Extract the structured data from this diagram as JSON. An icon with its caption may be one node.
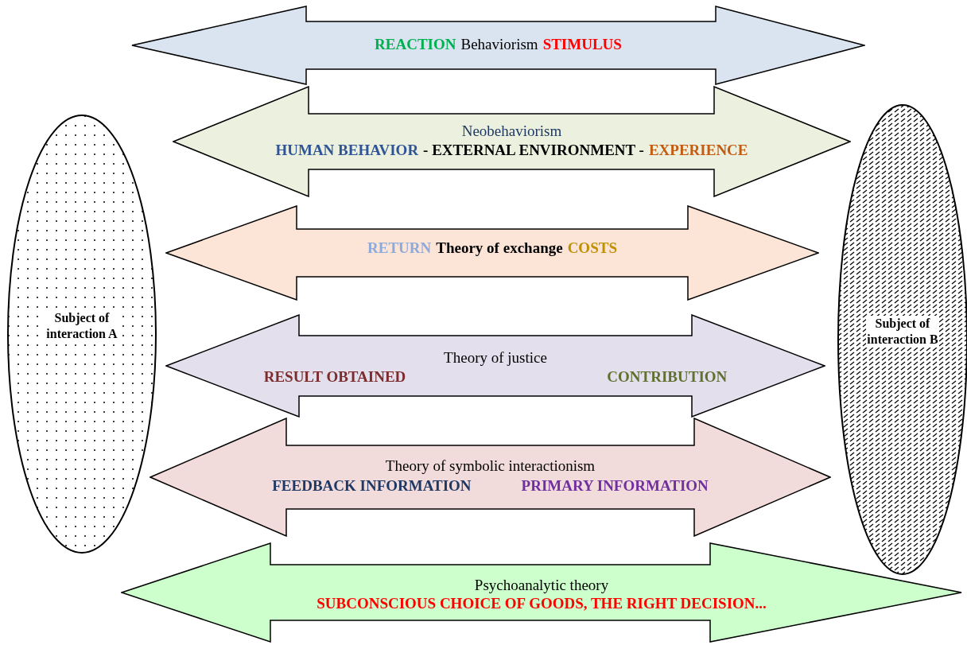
{
  "diagram": {
    "nodes": [
      {
        "text": [
          "Subject of interaction A"
        ]
      },
      {
        "text": [
          "REACTION",
          "Behaviorism",
          "STIMULUS"
        ]
      },
      {
        "text": [
          "Neobehaviorism",
          "HUMAN BEHAVIOR",
          "- EXTERNAL ENVIRONMENT -",
          "EXPERIENCE"
        ]
      },
      {
        "text": [
          "RETURN",
          "Theory of exchange",
          "COSTS"
        ]
      },
      {
        "text": [
          "Theory of justice",
          "RESULT OBTAINED",
          "CONTRIBUTION"
        ]
      },
      {
        "text": [
          "Theory of symbolic interactionism",
          "FEEDBACK INFORMATION",
          "PRIMARY INFORMATION"
        ]
      },
      {
        "text": [
          "Psychoanalytic theory",
          "SUBCONSCIOUS CHOICE OF GOODS, THE RIGHT DECISION..."
        ]
      },
      {
        "text": [
          "Subject of interaction B"
        ]
      }
    ]
  }
}
